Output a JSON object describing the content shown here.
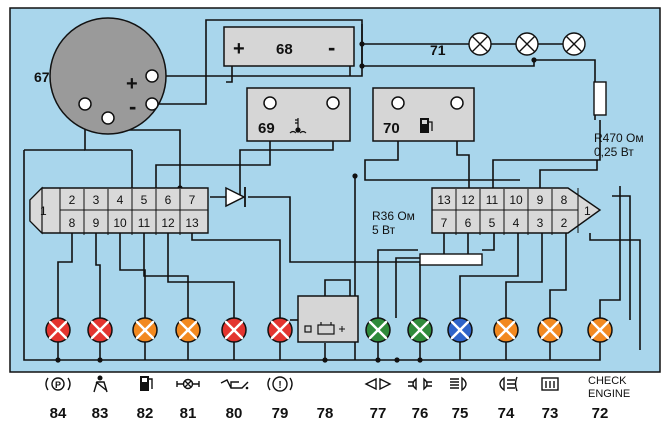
{
  "colors": {
    "background": "#a9d6ec",
    "wire": "#111111",
    "gauge": "#9a9a9a",
    "box": "#d6d6d6",
    "connector": "#d9d9d9",
    "lamp_red": "#e3342f",
    "lamp_orange": "#f2891f",
    "lamp_green": "#2f8a3a",
    "lamp_blue": "#2e63c9"
  },
  "components": {
    "gauge": {
      "number": "67",
      "plus_sign": "+",
      "minus_sign": "-"
    },
    "battery_plate": {
      "number": "68",
      "plus_sign": "+",
      "minus_sign": "-"
    },
    "sensor_69": {
      "number": "69",
      "icon": "coolant-temperature-icon"
    },
    "sensor_70": {
      "number": "70",
      "icon": "fuel-pump-icon"
    },
    "bulbs": {
      "number": "71",
      "icon": "bulb-cross-icon"
    },
    "resistor_470": {
      "line1": "R470 Ом",
      "line2": "0,25 Вт"
    },
    "resistor_36": {
      "line1": "R36 Ом",
      "line2": "5 Вт"
    },
    "diode": {
      "icon": "diode-icon"
    },
    "charge_block": {
      "icon": "battery-charge-icon"
    }
  },
  "left_connector": {
    "end_pin": "1",
    "top_row": [
      "2",
      "3",
      "4",
      "5",
      "6",
      "7"
    ],
    "bottom_row": [
      "8",
      "9",
      "10",
      "11",
      "12",
      "13"
    ]
  },
  "right_connector": {
    "end_pin": "1",
    "top_row": [
      "13",
      "12",
      "11",
      "10",
      "9",
      "8"
    ],
    "bottom_row": [
      "7",
      "6",
      "5",
      "4",
      "3",
      "2"
    ]
  },
  "indicators": [
    {
      "number": "84",
      "color": "red",
      "icon": "parking-brake-icon"
    },
    {
      "number": "83",
      "color": "red",
      "icon": "seat-belt-icon"
    },
    {
      "number": "82",
      "color": "orange",
      "icon": "fuel-reserve-icon"
    },
    {
      "number": "81",
      "color": "orange",
      "icon": "brake-pads-icon"
    },
    {
      "number": "80",
      "color": "red",
      "icon": "oil-pressure-icon"
    },
    {
      "number": "79",
      "color": "red",
      "icon": "brake-fluid-icon"
    },
    {
      "number": "78",
      "color": "none",
      "icon": "battery-charge-icon"
    },
    {
      "number": "77",
      "color": "green",
      "icon": "turn-signal-icon"
    },
    {
      "number": "76",
      "color": "green",
      "icon": "parking-lights-icon"
    },
    {
      "number": "75",
      "color": "blue",
      "icon": "high-beam-icon"
    },
    {
      "number": "74",
      "color": "orange",
      "icon": "rear-fog-icon"
    },
    {
      "number": "73",
      "color": "orange",
      "icon": "rear-defrost-icon"
    },
    {
      "number": "72",
      "color": "orange",
      "icon": "check-engine-icon",
      "text_line1": "CHECK",
      "text_line2": "ENGINE"
    }
  ]
}
